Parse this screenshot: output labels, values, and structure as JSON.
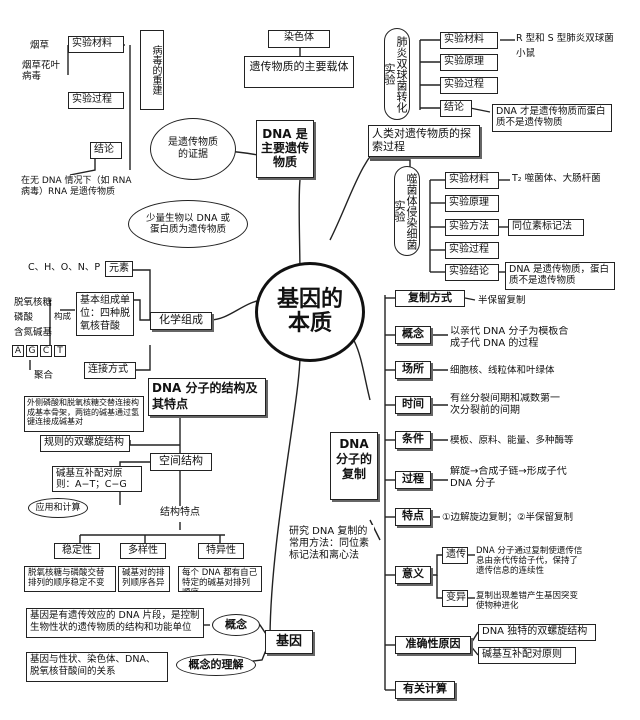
{
  "center": {
    "line1": "基因的",
    "line2": "本质"
  },
  "dna_main": {
    "text": "DNA 是主要遗传物质"
  },
  "chromosome": "染色体",
  "carrier": "遗传物质的主要载体",
  "evidence": "是遗传物质的证据",
  "virus": {
    "title": "病毒的重建",
    "materials": "实验材料",
    "tobacco": "烟草",
    "tmv": "烟草花叶病毒",
    "process": "实验过程",
    "conclusion": "结论",
    "conclusion_text": "在无 DNA 情况下（如 RNA 病毒）RNA 是遗传物质"
  },
  "minor": "少量生物以 DNA 或蛋白质为遗传物质",
  "explore": "人类对遗传物质的探索过程",
  "pneumo": {
    "title": "肺炎双球菌转化实验",
    "materials": "实验材料",
    "materials_text": "R 型和 S 型肺炎双球菌",
    "mouse": "小鼠",
    "principle": "实验原理",
    "process": "实验过程",
    "conclusion": "结论",
    "conclusion_text": "DNA 才是遗传物质而蛋白质不是遗传物质"
  },
  "phage": {
    "title": "噬菌体侵染细菌实验",
    "materials": "实验材料",
    "materials_text": "T₂ 噬菌体、大肠杆菌",
    "principle": "实验原理",
    "method": "实验方法",
    "method_text": "同位素标记法",
    "process": "实验过程",
    "conclusion": "实验结论",
    "conclusion_text": "DNA 是遗传物质，蛋白质不是遗传物质"
  },
  "chem": {
    "title": "化学组成",
    "elements": "C、H、O、N、P",
    "elements_label": "元素",
    "deoxyribose": "脱氧核糖",
    "phosphate": "磷酸",
    "base": "含氮碱基",
    "compose": "构成",
    "unit": "基本组成单位：四种脱氧核苷酸",
    "bases": [
      "A",
      "G",
      "C",
      "T"
    ],
    "polymer": "聚合",
    "linkage": "连接方式"
  },
  "structure": {
    "title": "DNA 分子的结构及其特点",
    "desc": "外侧磷酸和脱氧核糖交替连接构成基本骨架，两链的碱基通过氢键连接成碱基对",
    "helix": "规则的双螺旋结构",
    "spatial": "空间结构",
    "pairing": "碱基互补配对原则：A−T；C−G",
    "application": "应用和计算",
    "features": "结构特点",
    "stability": "稳定性",
    "stability_text": "脱氧核糖与磷酸交替排列的顺序稳定不变",
    "diversity": "多样性",
    "diversity_text": "碱基对的排列顺序各异",
    "specificity": "特异性",
    "specificity_text": "每个 DNA 都有自己特定的碱基对排列顺序"
  },
  "replication": {
    "title": "DNA 分子的复制",
    "mode": "复制方式",
    "mode_text": "半保留复制",
    "concept": "概念",
    "concept_text": "以亲代 DNA 分子为模板合成子代 DNA 的过程",
    "site": "场所",
    "site_text": "细胞核、线粒体和叶绿体",
    "time": "时间",
    "time_text": "有丝分裂间期和减数第一次分裂前的间期",
    "conditions": "条件",
    "conditions_text": "模板、原料、能量、多种酶等",
    "process": "过程",
    "process_text": "解旋→合成子链→形成子代 DNA 分子",
    "features": "特点",
    "features_text": "①边解旋边复制；②半保留复制",
    "research": "研究 DNA 复制的常用方法：同位素标记法和离心法",
    "significance": "意义",
    "heredity": "遗传",
    "heredity_text": "DNA 分子通过复制使遗传信息由亲代传给子代，保持了遗传信息的连续性",
    "variation": "变异",
    "variation_text": "复制出现差错产生基因突变使物种进化",
    "accuracy": "准确性原因",
    "accuracy_1": "DNA 独特的双螺旋结构",
    "accuracy_2": "碱基互补配对原则",
    "calc": "有关计算"
  },
  "gene": {
    "title": "基因",
    "concept": "概念",
    "concept_text": "基因是有遗传效应的 DNA 片段，是控制生物性状的遗传物质的结构和功能单位",
    "understanding": "概念的理解",
    "understanding_text": "基因与性状、染色体、DNA、脱氧核苷酸间的关系"
  }
}
